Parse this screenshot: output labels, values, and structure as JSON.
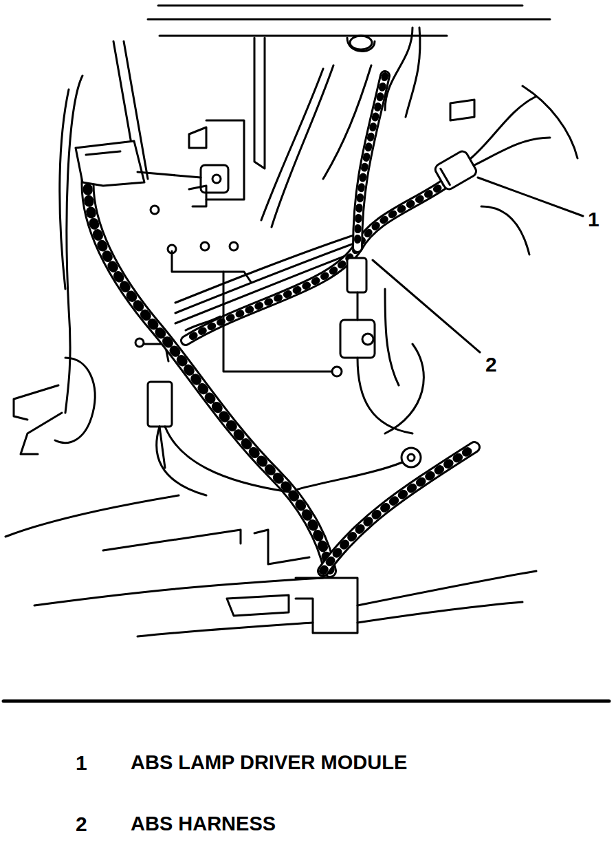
{
  "diagram": {
    "labels": [
      "1",
      "2",
      "1",
      "ABS LAMP DRIVER MODULE",
      "2",
      "ABS HARNESS"
    ]
  }
}
